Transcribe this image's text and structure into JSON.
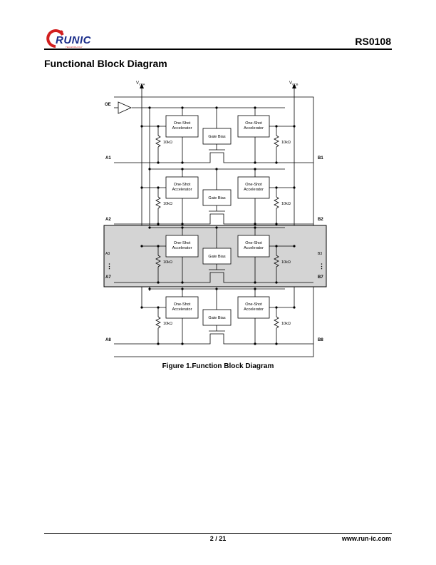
{
  "header": {
    "logo_text": "RUNIC",
    "logo_subtext": "TECHNOLOGY",
    "doc_id": "RS0108"
  },
  "section_title": "Functional Block Diagram",
  "diagram": {
    "vcca": "V",
    "vcca_sub": "CCA",
    "vccb": "V",
    "vccb_sub": "CCB",
    "oe": "OE",
    "one_shot_line1": "One-Shot",
    "one_shot_line2": "Accelerator",
    "gate_bias": "Gate Bias",
    "resistor": "10kΩ",
    "a_labels": [
      "A1",
      "A2",
      "A3",
      "A7",
      "A8"
    ],
    "b_labels": [
      "B1",
      "B2",
      "B3",
      "B7",
      "B8"
    ],
    "dots": "⋮"
  },
  "caption": "Figure 1.Function Block Diagram",
  "footer": {
    "page": "2 / 21",
    "site": "www.run-ic.com"
  }
}
